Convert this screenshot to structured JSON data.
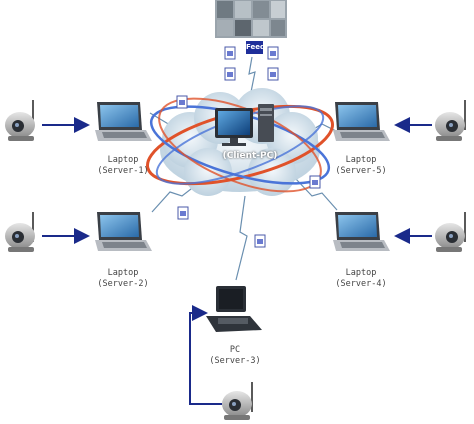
{
  "diagram": {
    "hub_label": "(Client-PC)",
    "feed_label": "Feed",
    "nodes": [
      {
        "id": "server-1",
        "line1": "Laptop",
        "line2": "(Server-1)"
      },
      {
        "id": "server-2",
        "line1": "Laptop",
        "line2": "(Server-2)"
      },
      {
        "id": "server-5",
        "line1": "Laptop",
        "line2": "(Server-5)"
      },
      {
        "id": "server-4",
        "line1": "Laptop",
        "line2": "(Server-4)"
      },
      {
        "id": "server-3",
        "line1": "PC",
        "line2": "(Server-3)"
      }
    ]
  },
  "colors": {
    "arrow": "#1a2a8a",
    "ring_red": "#e0522a",
    "ring_blue": "#4a74d8",
    "cloud": "#cfdde8",
    "link": "#6a8fb0"
  }
}
